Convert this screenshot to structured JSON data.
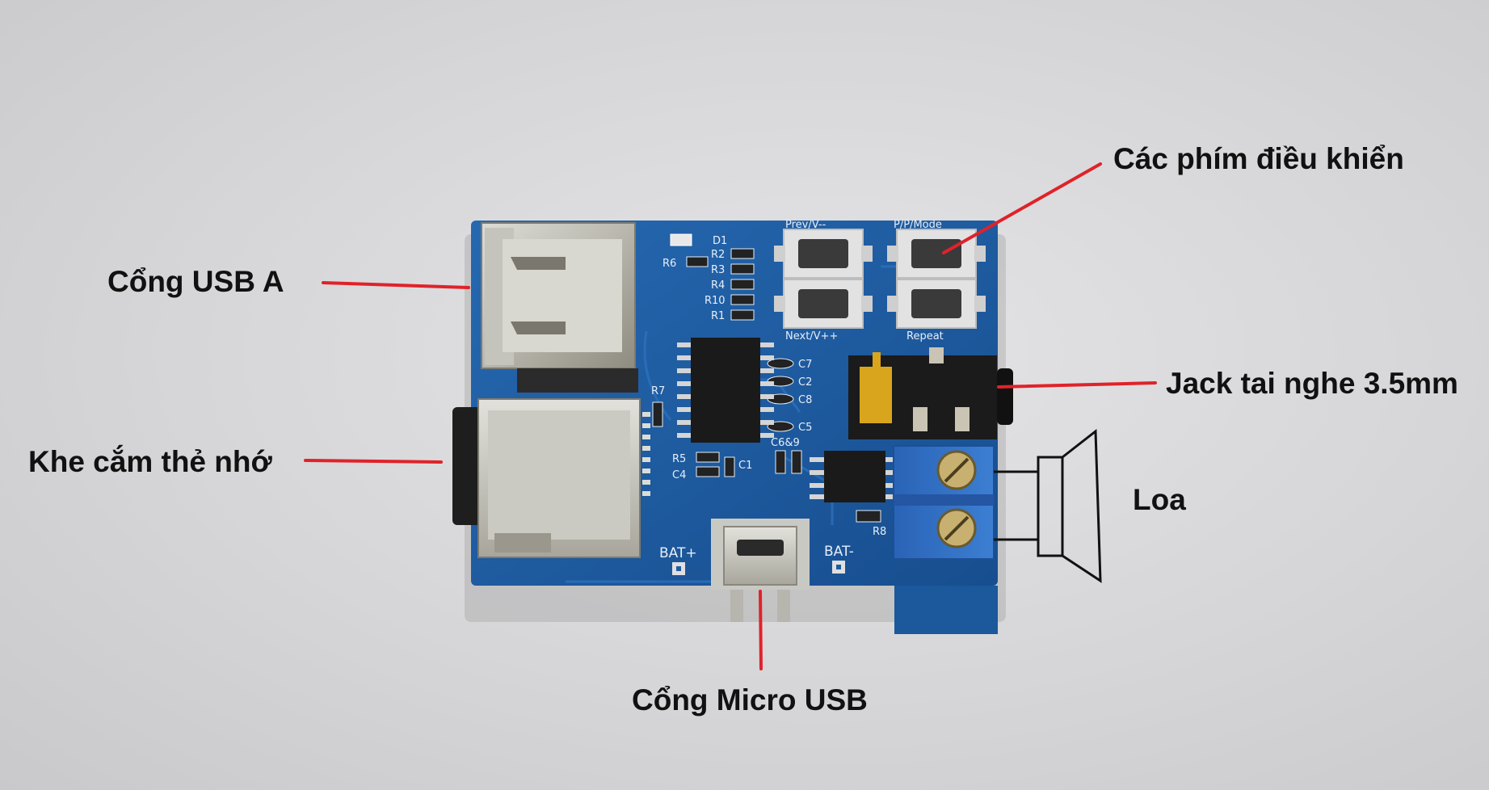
{
  "labels": {
    "controls": "Các phím điều khiển",
    "usb_a": "Cổng USB A",
    "headphone_jack": "Jack tai nghe 3.5mm",
    "sd_slot": "Khe cắm thẻ nhớ",
    "speaker": "Loa",
    "micro_usb": "Cổng Micro USB"
  },
  "board_silkscreen": {
    "button_top_left": "Prev/V--",
    "button_top_right": "P/P/Mode",
    "button_bottom_left": "Next/V++",
    "button_bottom_right": "Repeat",
    "bat_plus": "BAT+",
    "bat_minus": "BAT-",
    "d1": "D1",
    "r6": "R6",
    "r2": "R2",
    "r3": "R3",
    "r4": "R4",
    "r10": "R10",
    "r1": "R1",
    "r7": "R7",
    "r5": "R5",
    "c4": "C4",
    "c1": "C1",
    "c7": "C7",
    "c2": "C2",
    "c8": "C8",
    "c5": "C5",
    "c6": "C6&9",
    "r8": "R8"
  },
  "colors": {
    "annotation_line": "#e0222a",
    "pcb": "#1f5fa6",
    "terminal_block": "#2f6fc4",
    "label_text": "#111111"
  }
}
